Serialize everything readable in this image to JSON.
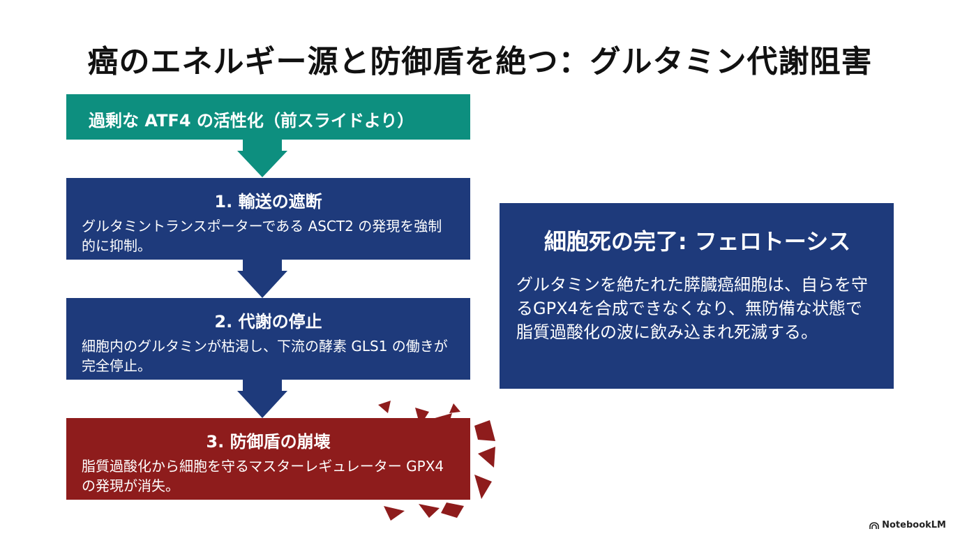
{
  "title": "癌のエネルギー源と防御盾を絶つ：グルタミン代謝阻害",
  "flow": {
    "start": "過剰な ATF4 の活性化（前スライドより）",
    "steps": [
      {
        "heading": "1. 輸送の遮断",
        "body": "グルタミントランスポーターである ASCT2 の発現を強制的に抑制。"
      },
      {
        "heading": "2. 代謝の停止",
        "body": "細胞内のグルタミンが枯渇し、下流の酵素 GLS1 の働きが完全停止。"
      },
      {
        "heading": "3. 防御盾の崩壊",
        "body": "脂質過酸化から細胞を守るマスターレギュレーター GPX4 の発現が消失。"
      }
    ]
  },
  "result": {
    "heading": "細胞死の完了: フェロトーシス",
    "body": "グルタミンを絶たれた膵臓癌細胞は、自らを守るGPX4を合成できなくなり、無防備な状態で脂質過酸化の波に飲み込まれ死滅する。"
  },
  "branding": {
    "label": "NotebookLM",
    "icon": "notebooklm-logo-icon"
  },
  "colors": {
    "teal": "#0d8f7f",
    "navy": "#1e3a7b",
    "red": "#8e1c1c"
  }
}
